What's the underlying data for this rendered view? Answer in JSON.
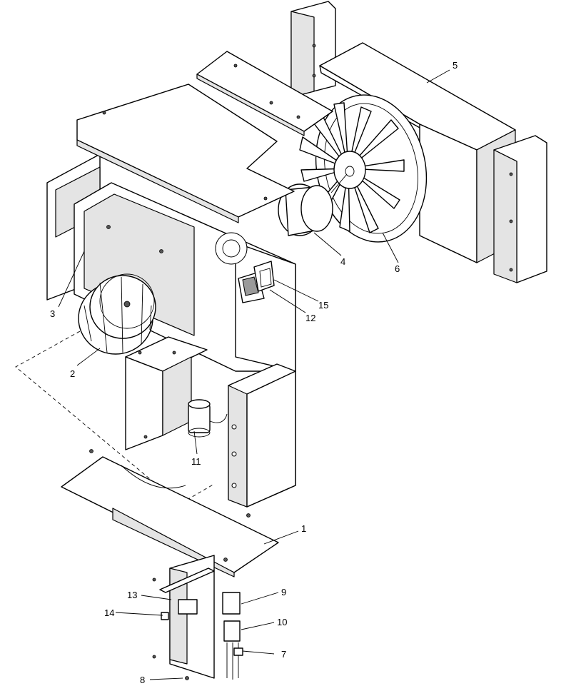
{
  "callouts": [
    {
      "id": "1",
      "label": "1"
    },
    {
      "id": "2",
      "label": "2"
    },
    {
      "id": "3",
      "label": "3"
    },
    {
      "id": "4",
      "label": "4"
    },
    {
      "id": "5",
      "label": "5"
    },
    {
      "id": "6",
      "label": "6"
    },
    {
      "id": "7",
      "label": "7"
    },
    {
      "id": "8",
      "label": "8"
    },
    {
      "id": "9",
      "label": "9"
    },
    {
      "id": "10",
      "label": "10"
    },
    {
      "id": "11",
      "label": "11"
    },
    {
      "id": "12",
      "label": "12"
    },
    {
      "id": "13",
      "label": "13"
    },
    {
      "id": "14",
      "label": "14"
    },
    {
      "id": "15",
      "label": "15"
    }
  ],
  "colors": {
    "line": "#000000",
    "fill": "#ffffff",
    "shade": "#e4e4e4"
  }
}
